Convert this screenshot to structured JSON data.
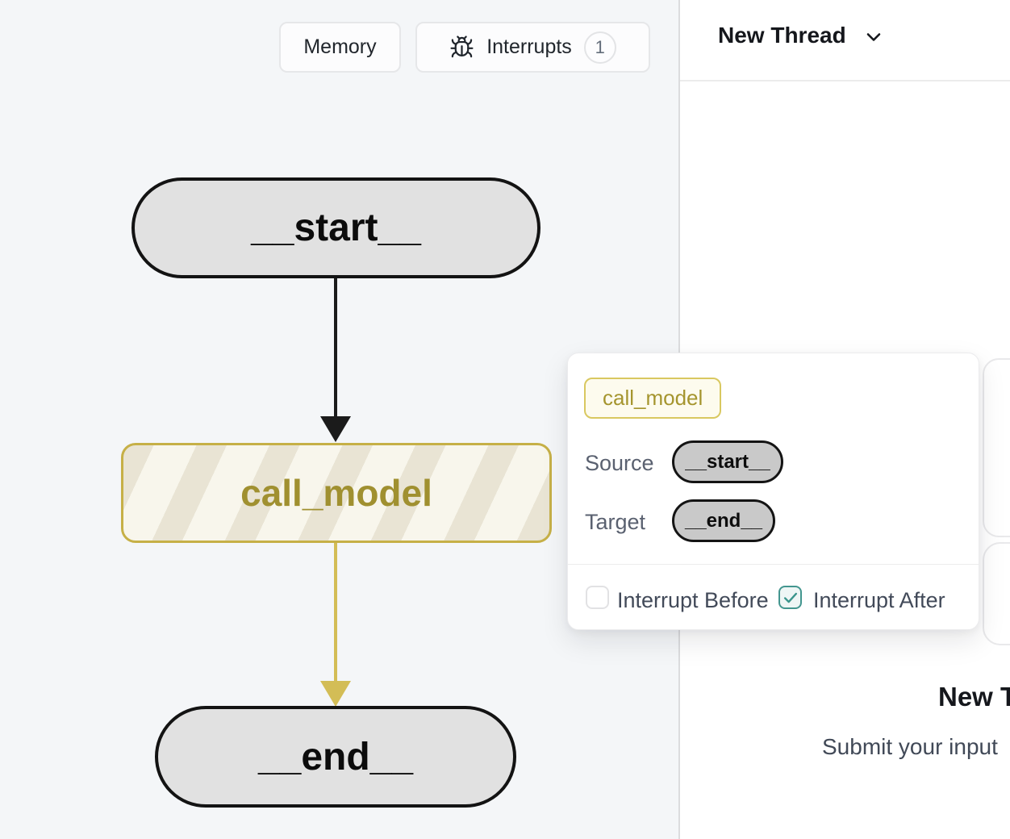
{
  "toolbar": {
    "memory_label": "Memory",
    "interrupts_label": "Interrupts",
    "interrupts_count": "1",
    "interrupts_icon": "bug-icon"
  },
  "thread_header": {
    "title": "New Thread",
    "menu_icon": "chevron-down-icon"
  },
  "graph": {
    "start_label": "__start__",
    "call_model_label": "call_model",
    "end_label": "__end__",
    "edges": [
      {
        "from": "__start__",
        "to": "call_model",
        "color": "#1b1b1b"
      },
      {
        "from": "call_model",
        "to": "__end__",
        "color": "#d3bd56"
      }
    ],
    "interrupted_node": "call_model"
  },
  "popover": {
    "node_badge": "call_model",
    "source_label": "Source",
    "source_value": "__start__",
    "target_label": "Target",
    "target_value": "__end__",
    "interrupt_before_label": "Interrupt Before",
    "interrupt_before_checked": false,
    "interrupt_after_label": "Interrupt After",
    "interrupt_after_checked": true
  },
  "thread_panel": {
    "empty_title": "New Thread",
    "empty_subtitle": "Submit your input",
    "side_action_icon": "branch-icon"
  },
  "colors": {
    "graph_background": "#f4f6f8",
    "node_gray": "#e1e1e1",
    "node_border_black": "#131313",
    "accent_yellow_border": "#c6b047",
    "accent_yellow_text": "#a09030",
    "edge_yellow": "#d3bd56",
    "stripe_beige": "#e9e4d4",
    "stripe_cream": "#f8f6ec",
    "checkbox_teal": "#43968f",
    "checkbox_teal_bg": "#eef6f5"
  }
}
